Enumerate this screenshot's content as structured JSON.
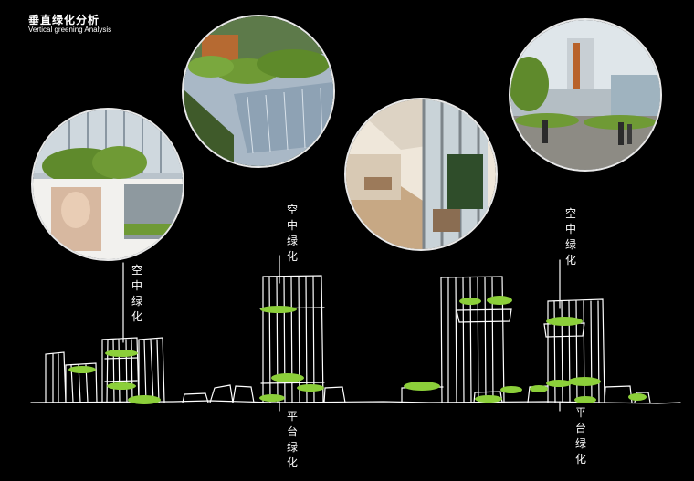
{
  "header": {
    "title": "垂直绿化分析",
    "subtitle": "Vertical greening Analysis"
  },
  "labels": {
    "sky_green_1": "空中绿化",
    "sky_green_2": "空中绿化",
    "sky_green_3": "空中绿化",
    "podium_green_1": "平台绿化",
    "podium_green_2": "平台绿化"
  },
  "photos": [
    {
      "subject": "podium-terrace-with-billboard"
    },
    {
      "subject": "rooftop-garden-glass-building"
    },
    {
      "subject": "interior-corridor-with-planting"
    },
    {
      "subject": "plaza-with-tower"
    }
  ],
  "colors": {
    "background": "#000000",
    "sketch_line": "#ffffff",
    "greenery": "#8ccf3a",
    "photo_border": "#e8e8e8"
  }
}
